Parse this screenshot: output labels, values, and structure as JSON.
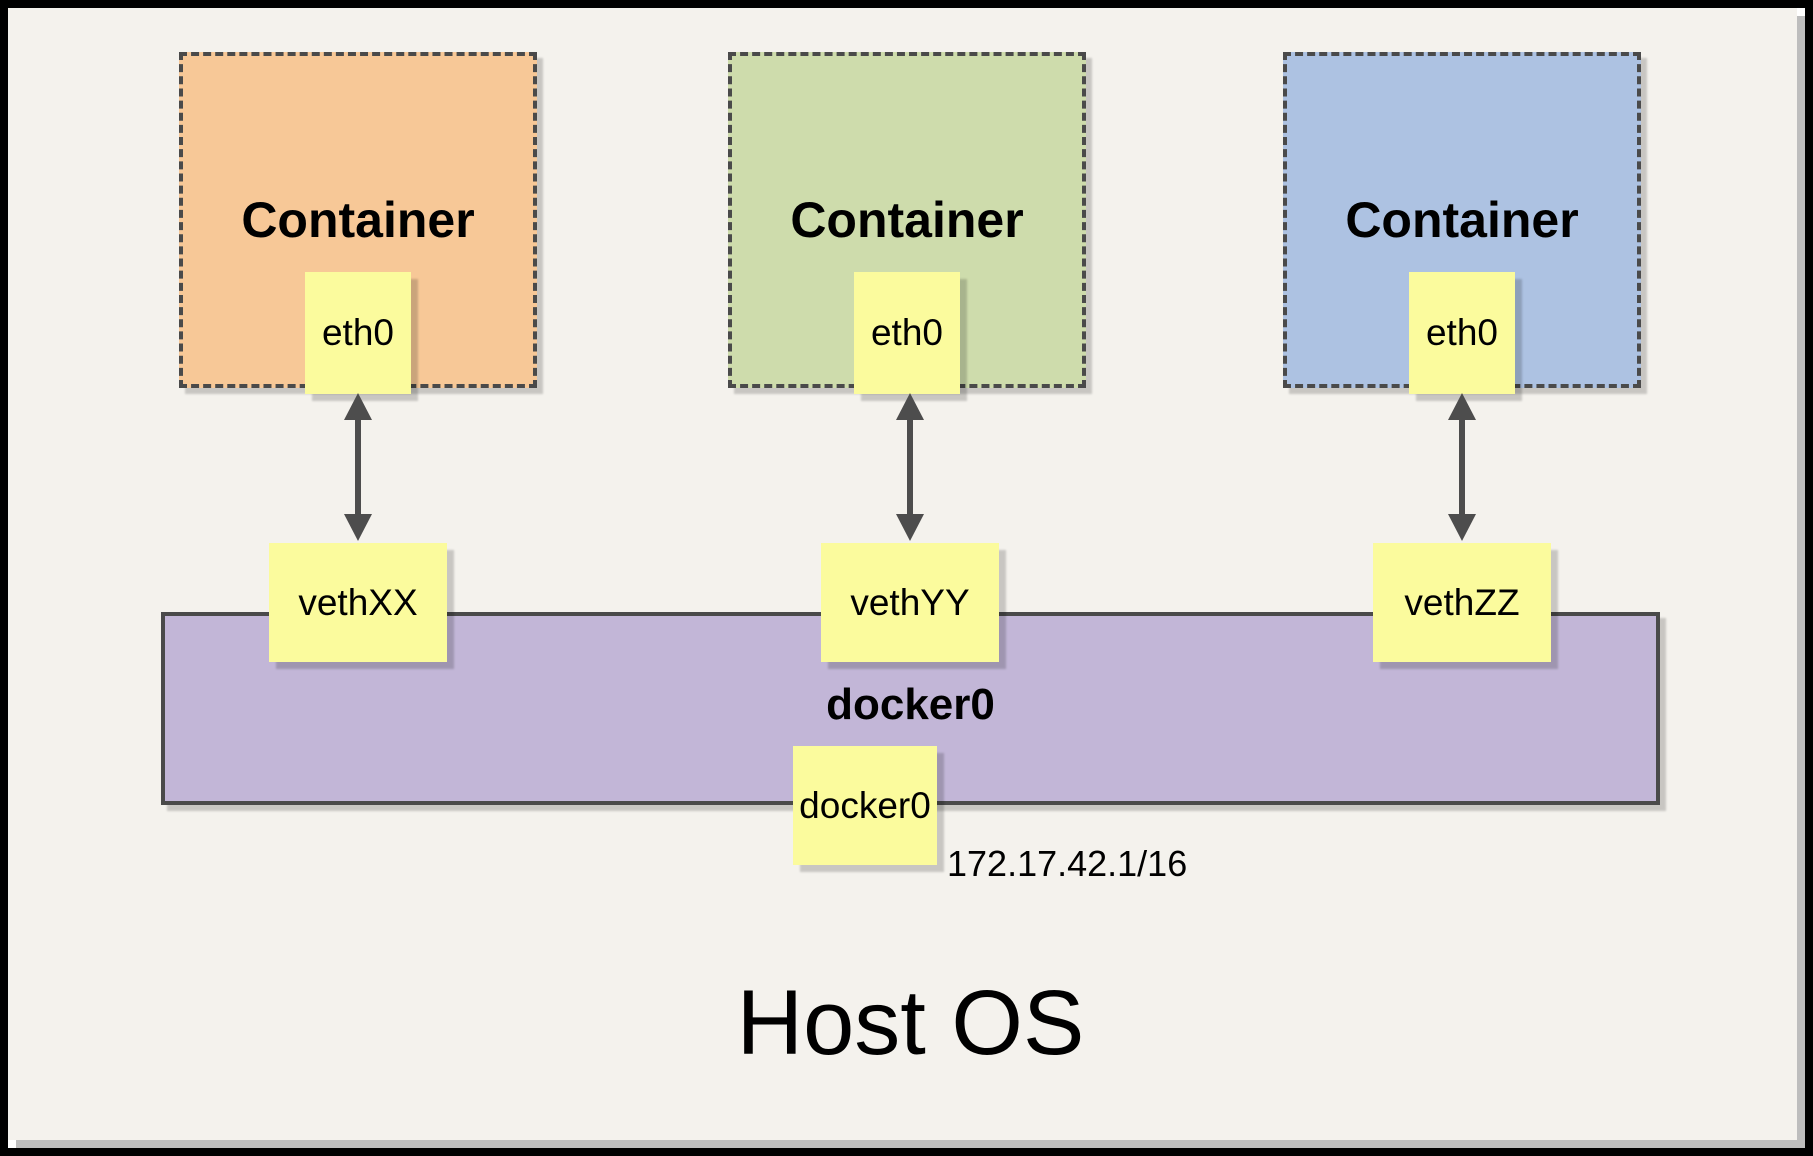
{
  "page": {
    "host_label": "Host OS"
  },
  "containers": [
    {
      "title": "Container",
      "interface_label": "eth0",
      "veth_label": "vethXX",
      "fill": "#F7C897"
    },
    {
      "title": "Container",
      "interface_label": "eth0",
      "veth_label": "vethYY",
      "fill": "#CEDCAC"
    },
    {
      "title": "Container",
      "interface_label": "eth0",
      "veth_label": "vethZZ",
      "fill": "#ADC2E2"
    }
  ],
  "bridge": {
    "title": "docker0",
    "interface_label": "docker0",
    "ip_address": "172.17.42.1/16",
    "fill": "#C2B6D7"
  },
  "colors": {
    "interface_box_fill": "#FBFB9D",
    "dashed_stroke": "#4A4A4A",
    "arrow": "#4D4D4D",
    "page_background": "#F4F2ED"
  }
}
